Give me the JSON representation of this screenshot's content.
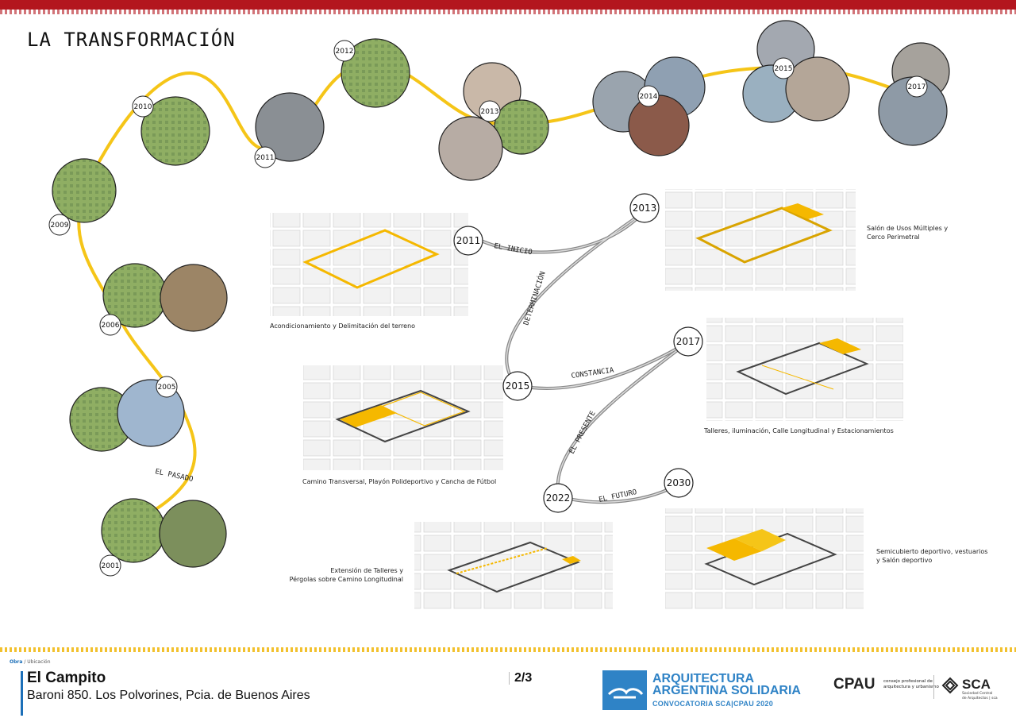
{
  "header": {
    "title": "LA TRANSFORMACIÓN"
  },
  "timeline": {
    "years": [
      "2001",
      "2005",
      "2006",
      "2009",
      "2010",
      "2011",
      "2012",
      "2013",
      "2014",
      "2015",
      "2017"
    ],
    "pasado_label": "EL PASADO"
  },
  "roadmap": {
    "nodes": [
      "2011",
      "2013",
      "2015",
      "2017",
      "2022",
      "2030"
    ],
    "phrases": [
      "EL INICIO",
      "DETERMINACIÓN",
      "CONSTANCIA",
      "EL PRESENTE",
      "EL FUTURO"
    ]
  },
  "diagrams": [
    {
      "caption": "Acondicionamiento y Delimitación del terreno"
    },
    {
      "caption": "Salón de Usos Múltiples y\nCerco Perimetral"
    },
    {
      "caption": "Camino Transversal, Playón Polideportivo y Cancha de Fútbol"
    },
    {
      "caption": "Talleres, iluminación, Calle Longitudinal y Estacionamientos"
    },
    {
      "caption": "Extensión de Talleres y\nPérgolas sobre Camino Longitudinal"
    },
    {
      "caption": "Semicubierto deportivo, vestuarios\ny Salón deportivo"
    }
  ],
  "footer": {
    "meta_prefix": "Obra",
    "meta_suffix": " / Ubicación",
    "project_title": "El Campito",
    "address": "Baroni 850. Los Polvorines, Pcia. de Buenos Aires",
    "page": "2/3",
    "logo_aas_line1": "ARQUITECTURA",
    "logo_aas_line2": "ARGENTINA SOLIDARIA",
    "logo_aas_sub": "CONVOCATORIA SCA|CPAU 2020",
    "cpau_mark": "CPAU",
    "cpau_sub": "consejo profesional de\narquitectura y urbanismo",
    "sca_mark": "SCA",
    "sca_sub": "Sociedad Central\nde Arquitectos | sca"
  },
  "colors": {
    "accent_yellow": "#f5c518",
    "brand_red": "#b3161e",
    "brand_blue": "#2f83c6"
  }
}
